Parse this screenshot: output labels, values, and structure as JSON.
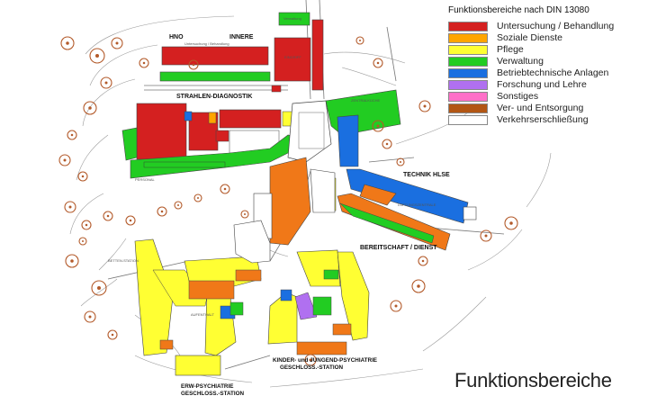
{
  "legend": {
    "title": "Funktionsbereiche nach DIN 13080",
    "items": [
      {
        "label": "Untersuchung / Behandlung",
        "color": "#d42020"
      },
      {
        "label": "Soziale Dienste",
        "color": "#ffa500"
      },
      {
        "label": "Pflege",
        "color": "#ffff33"
      },
      {
        "label": "Verwaltung",
        "color": "#22cc22"
      },
      {
        "label": "Betriebtechnische Anlagen",
        "color": "#1a6fe0"
      },
      {
        "label": "Forschung und Lehre",
        "color": "#b070f0"
      },
      {
        "label": "Sonstiges",
        "color": "#ff70c8"
      },
      {
        "label": "Ver- und Entsorgung",
        "color": "#b25614"
      },
      {
        "label": "Verkehrserschließung",
        "color": "#ffffff"
      }
    ]
  },
  "page_title": "Funktionsbereiche",
  "labels": {
    "hno": "HNO",
    "innere": "INNERE",
    "strahlen": "STRAHLEN-DIAGNOSTIK",
    "technik": "TECHNIK HLSE",
    "bereitschaft": "BEREITSCHAFT / DIENST",
    "kinder_1": "KINDER- und JUNGEND-PSYCHIATRIE",
    "kinder_2": "GESCHLOSS.-STATION",
    "erw_1": "ERW-PSYCHIATRIE",
    "erw_2": "GESCHLOSS.-STATION",
    "verwaltung_small": "Verwaltung",
    "eingriff": "EINGRIFF",
    "zentralkueche": "ZENTRALKÜCHE",
    "lueftung": "LÜFTUNGSZENTRALE",
    "untersuchung_small": "Untersuchung / Behandlung",
    "personal": "PERSONAL",
    "aufenthalt": "AUFENTHALT",
    "betten_station": "BETTEN-STATION"
  },
  "colors": {
    "red": "#d42020",
    "orange": "#ffa500",
    "brown_orange": "#f07818",
    "yellow": "#ffff33",
    "green": "#22cc22",
    "blue": "#1a6fe0",
    "purple": "#b070f0",
    "line": "#555555",
    "tree": "#b35a2a"
  }
}
